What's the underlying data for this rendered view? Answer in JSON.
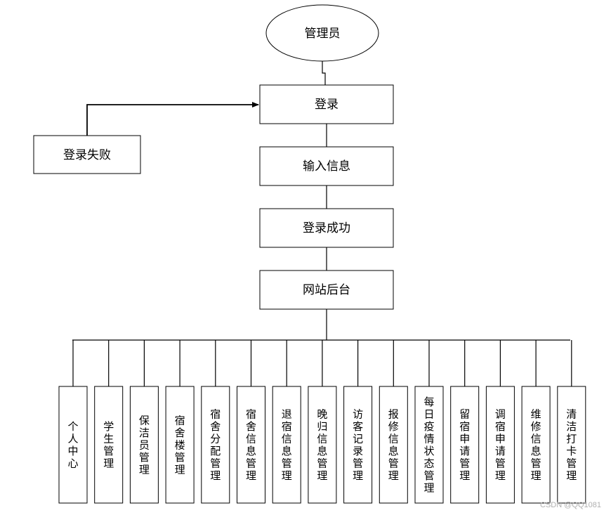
{
  "diagram": {
    "root": "管理员",
    "login": "登录",
    "login_fail": "登录失败",
    "input_info": "输入信息",
    "login_success": "登录成功",
    "backend": "网站后台",
    "modules": [
      "个人中心",
      "学生管理",
      "保洁员管理",
      "宿舍楼管理",
      "宿舍分配管理",
      "宿舍信息管理",
      "退宿信息管理",
      "晚归信息管理",
      "访客记录管理",
      "报修信息管理",
      "每日疫情状态管理",
      "留宿申请管理",
      "调宿申请管理",
      "维修信息管理",
      "清洁打卡管理"
    ]
  },
  "watermark": "CSDN @QQ1081"
}
